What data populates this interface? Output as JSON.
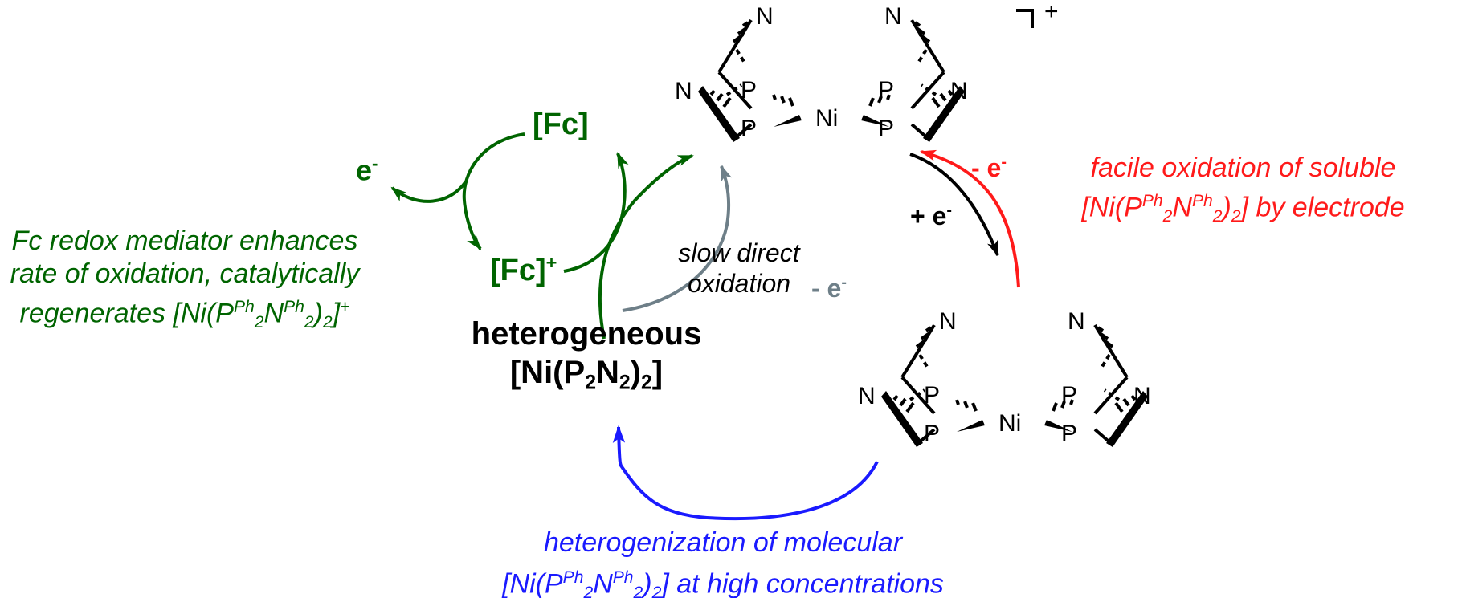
{
  "figure": {
    "type": "reaction-scheme",
    "title": "Redox mediator-assisted oxidation cycle of [Ni(P2N2)2]"
  },
  "colors": {
    "fc_cycle": "#006400",
    "electrode_oxidation": "#ff1a1a",
    "heterogenization": "#1a1aff",
    "direct_oxidation": "#6e7f88",
    "structure": "#000000"
  },
  "species": {
    "fc": "[Fc]",
    "fc_plus_base": "[Fc]",
    "fc_plus_charge": "+",
    "electron_base": "e",
    "electron_charge": "-",
    "complex_oxidized_charge": "+",
    "heterogeneous_line1": "heterogeneous",
    "heterogeneous_line2_prefix": "[Ni(P",
    "heterogeneous_sub1": "2",
    "heterogeneous_mid": "N",
    "heterogeneous_sub2": "2",
    "heterogeneous_close": ")",
    "heterogeneous_sub3": "2",
    "heterogeneous_end": "]"
  },
  "arrows": {
    "plus_e": "+ e",
    "plus_e_charge": "-",
    "minus_e_red": "- e",
    "minus_e_red_charge": "-",
    "minus_e_gray": "- e",
    "minus_e_gray_charge": "-"
  },
  "annotations": {
    "fc_mediator": {
      "line1": "Fc redox mediator enhances",
      "line2": "rate of oxidation, catalytically",
      "line3_prefix": "regenerates [Ni(P",
      "sup1": "Ph",
      "sub1": "2",
      "mid": "N",
      "sup2": "Ph",
      "sub2": "2",
      "close": ")",
      "sub3": "2",
      "end": "]",
      "charge": "+"
    },
    "slow_direct": {
      "line1": "slow direct",
      "line2": "oxidation"
    },
    "facile_oxidation": {
      "line1": "facile oxidation of soluble",
      "line2_prefix": "[Ni(P",
      "sup1": "Ph",
      "sub1": "2",
      "mid": "N",
      "sup2": "Ph",
      "sub2": "2",
      "close": ")",
      "sub3": "2",
      "end": "] by electrode"
    },
    "heterogenization": {
      "line1": "heterogenization of molecular",
      "line2_prefix": "[Ni(P",
      "sup1": "Ph",
      "sub1": "2",
      "mid": "N",
      "sup2": "Ph",
      "sub2": "2",
      "close": ")",
      "sub3": "2",
      "end": "] at high concentrations"
    }
  },
  "structures": {
    "atoms": {
      "ni": "Ni",
      "p": "P",
      "n": "N"
    }
  }
}
